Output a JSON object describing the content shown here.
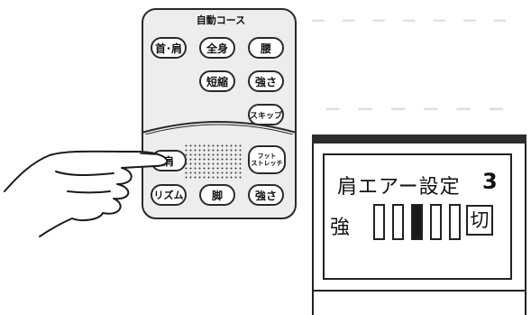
{
  "remote": {
    "title": "自動コース",
    "buttons": {
      "neck_shoulder": "首･肩",
      "full_body": "全身",
      "waist": "腰",
      "shorten": "短縮",
      "strength": "強さ",
      "skip": "スキップ",
      "shoulder": "肩",
      "foot_stretch_line1": "フット",
      "foot_stretch_line2": "ストレッチ",
      "rhythm": "リズム",
      "leg": "脚",
      "strength_bottom": "強さ"
    }
  },
  "display": {
    "title": "肩エアー設定",
    "value": "3",
    "strong_label": "強",
    "off_label": "切",
    "level": 3,
    "segments": 5
  },
  "colors": {
    "outline": "#2a2a2a",
    "remote_body": "#ededed",
    "panel_top": "#2d2d2d"
  }
}
